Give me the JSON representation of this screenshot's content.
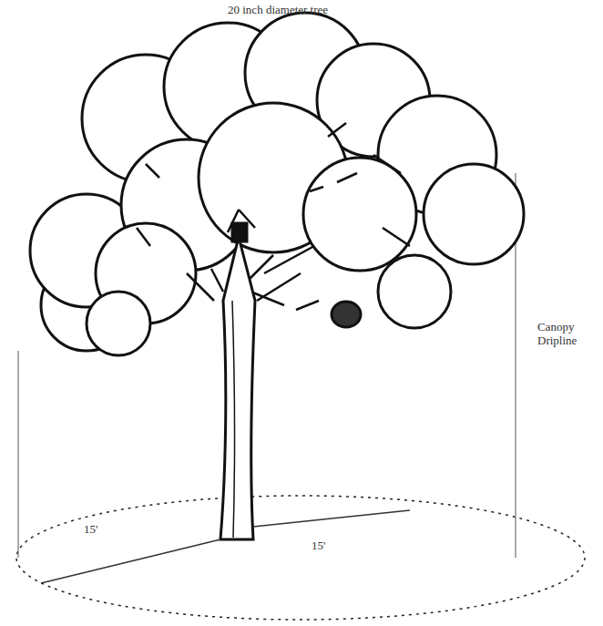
{
  "diagram": {
    "labels": [
      "20 inch diameter tree",
      "Canopy Dripline",
      "15'",
      "15'"
    ]
  }
}
